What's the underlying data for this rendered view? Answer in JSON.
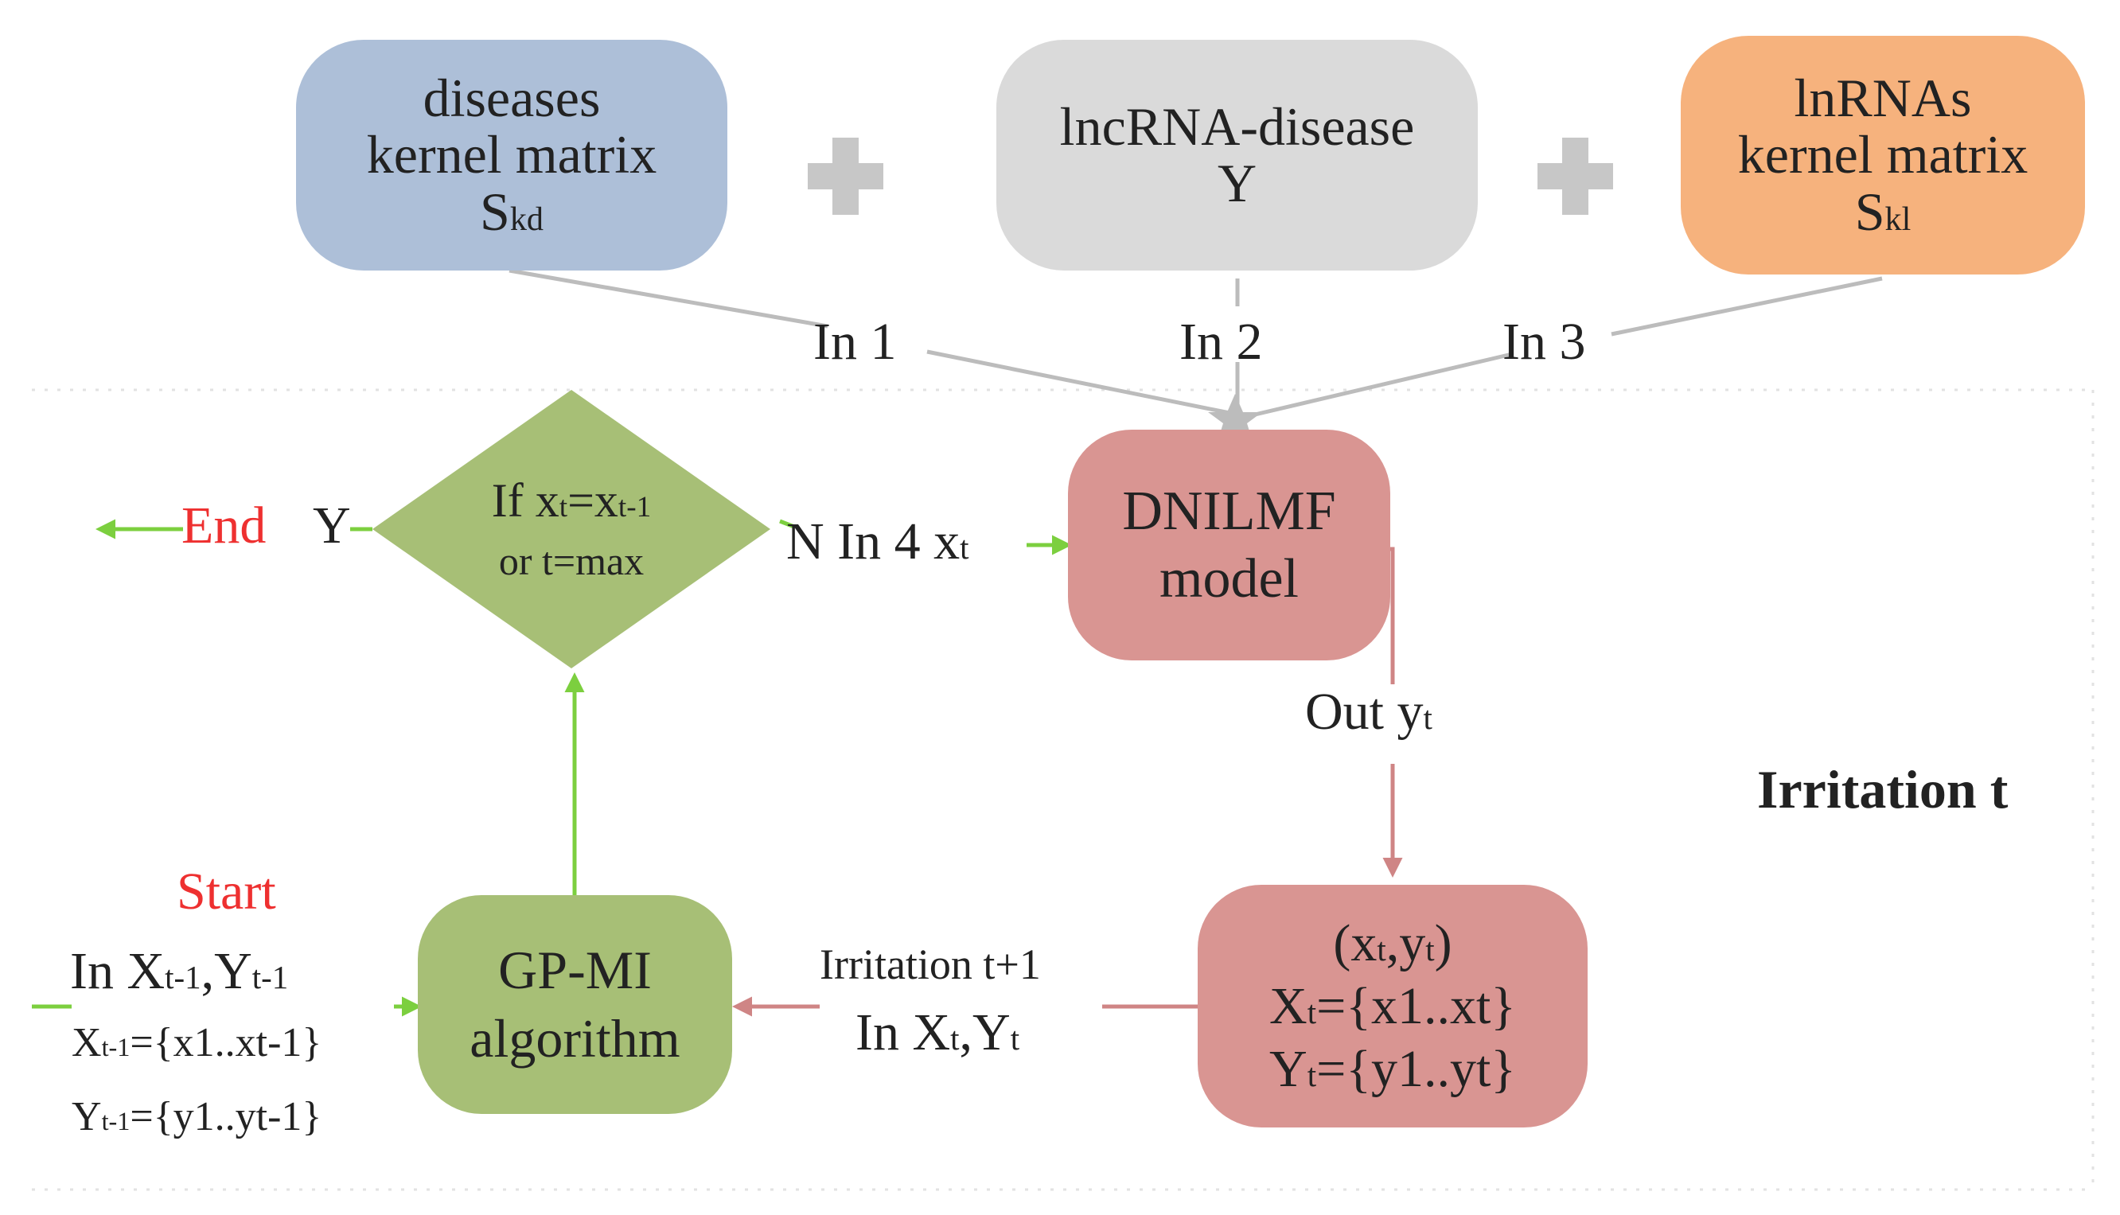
{
  "colors": {
    "blue_box": "#adbfd8",
    "gray_box": "#dadada",
    "orange_box": "#f6b27d",
    "green_node": "#a7bf76",
    "red_node": "#d99592",
    "green_arrow": "#7ccf3f",
    "red_arrow": "#cf8585",
    "gray_line": "#bcbcbc",
    "start_end_text": "#ee3030"
  },
  "inputs": {
    "diseases": {
      "line1": "diseases",
      "line2": "kernel matrix",
      "symbol": "S",
      "symbol_sub": "kd"
    },
    "lncrna_disease": {
      "line1": "lncRNA-disease",
      "line2": "Y"
    },
    "lnrnas": {
      "line1": "lnRNAs",
      "line2": "kernel matrix",
      "symbol": "S",
      "symbol_sub": "kl"
    }
  },
  "plus_icons": [
    "plus-icon",
    "plus-icon"
  ],
  "edge_labels": {
    "in1": "In 1",
    "in2": "In 2",
    "in3": "In 3",
    "in4_prefix": "N In 4 x",
    "in4_sub": "t",
    "yes": "Y",
    "out_prefix": "Out y",
    "out_sub": "t",
    "iteration_next": "Irritation t+1",
    "in_x": "In X",
    "in_x_sub": "t",
    "in_y": ",Y",
    "in_y_sub": "t"
  },
  "decision": {
    "line1_a": "If x",
    "line1_a_sub": "t",
    "line1_b": "=x",
    "line1_b_sub": "t-1",
    "line2": "or t=max"
  },
  "dnilmf": {
    "line1": "DNILMF",
    "line2": "model"
  },
  "gpmi": {
    "line1": "GP-MI",
    "line2": "algorithm"
  },
  "result": {
    "line1_a": "(x",
    "line1_a_sub": "t",
    "line1_b": ",y",
    "line1_b_sub": "t",
    "line1_c": ")",
    "line2_a": "X",
    "line2_a_sub": "t",
    "line2_b": "={x1..xt}",
    "line3_a": "Y",
    "line3_a_sub": "t",
    "line3_b": "={y1..yt}"
  },
  "end_label": "End",
  "start": {
    "label": "Start",
    "in_a": "In X",
    "in_a_sub": "t-1",
    "in_b": ",Y",
    "in_b_sub": "t-1",
    "x_a": "X",
    "x_a_sub": "t-1",
    "x_b": "={x1..xt-1}",
    "y_a": "Y",
    "y_a_sub": "t-1",
    "y_b": "={y1..yt-1}"
  },
  "iteration_label": "Irritation t"
}
